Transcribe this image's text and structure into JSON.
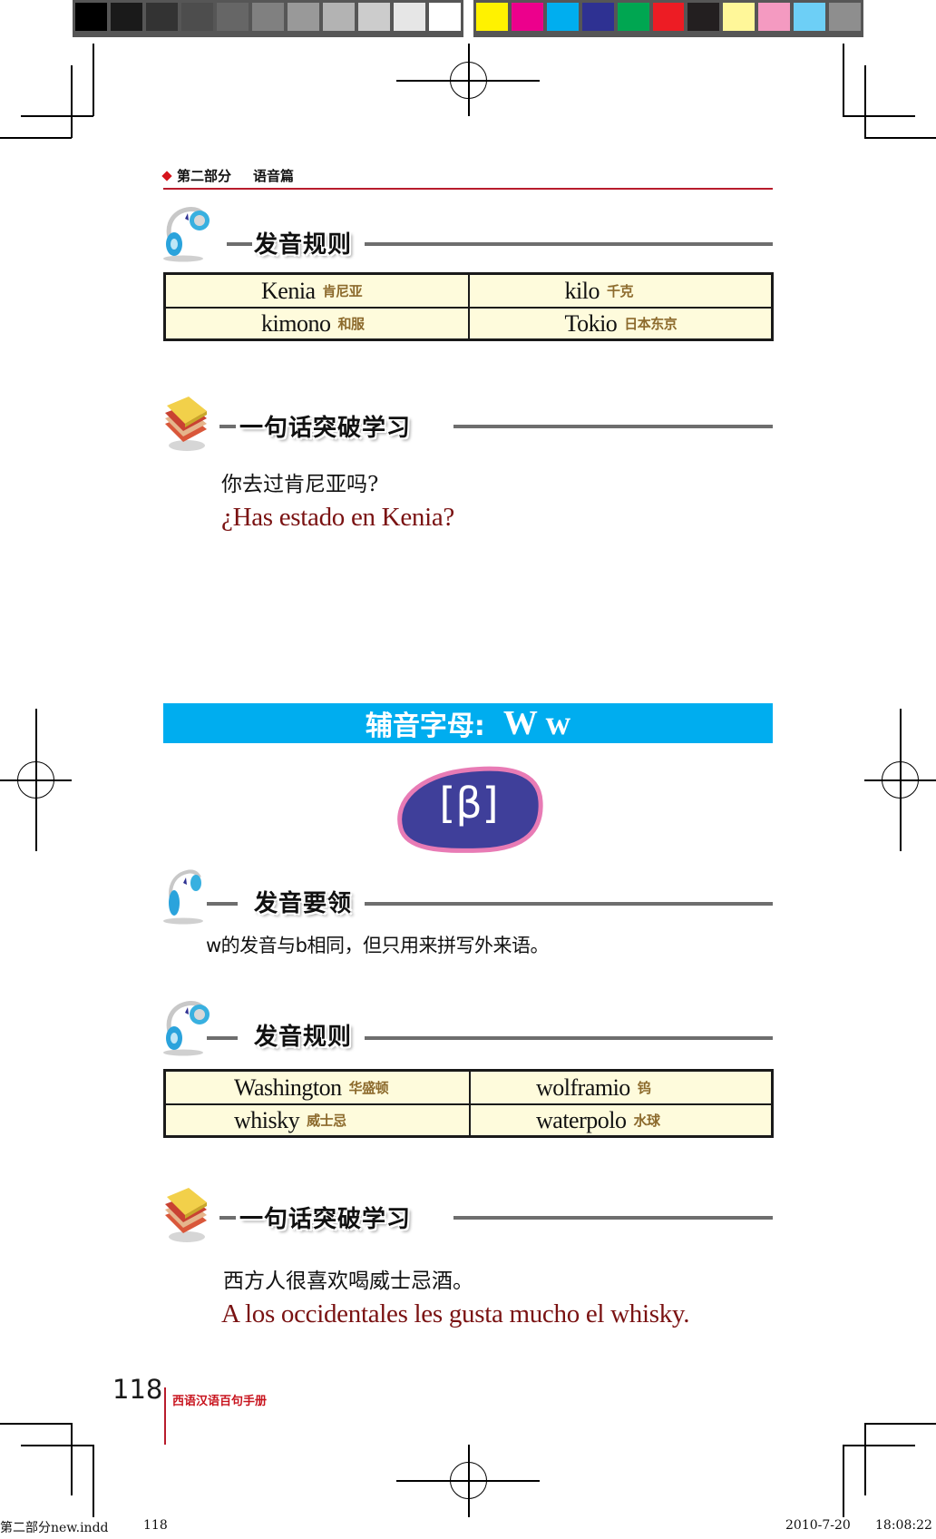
{
  "color_bars": {
    "grayscale": [
      "#000000",
      "#1a1a1a",
      "#333333",
      "#4d4d4d",
      "#666666",
      "#808080",
      "#999999",
      "#b3b3b3",
      "#cccccc",
      "#e6e6e6",
      "#ffffff"
    ],
    "process": [
      "#fff200",
      "#ec008c",
      "#00aeef",
      "#2e3192",
      "#00a651",
      "#ed1c24",
      "#231f20",
      "#fff799",
      "#f49ac1",
      "#6dcff6",
      "#8e8e8e"
    ]
  },
  "running_header": {
    "part": "第二部分",
    "section": "语音篇"
  },
  "sections": [
    {
      "type": "pronunciation_rules",
      "title": "发音规则",
      "icon": "headphones-icon",
      "table": [
        [
          {
            "word": "Kenia",
            "meaning": "肯尼亚"
          },
          {
            "word": "kilo",
            "meaning": "千克"
          }
        ],
        [
          {
            "word": "kimono",
            "meaning": "和服"
          },
          {
            "word": "Tokio",
            "meaning": "日本东京"
          }
        ]
      ]
    },
    {
      "type": "sentence_study",
      "title": "一句话突破学习",
      "icon": "books-icon",
      "chinese": "你去过肯尼亚吗?",
      "spanish": "¿Has estado en Kenia?"
    },
    {
      "type": "consonant_banner",
      "label": "辅音字母:",
      "letters": "W w",
      "phonetic": "[β]",
      "banner_color": "#00adef",
      "blob_fill": "#3f3f9a",
      "blob_border": "#e87bb5"
    },
    {
      "type": "pronunciation_key",
      "title": "发音要领",
      "icon": "headphones-icon",
      "text": "w的发音与b相同，但只用来拼写外来语。"
    },
    {
      "type": "pronunciation_rules",
      "title": "发音规则",
      "icon": "headphones-icon",
      "table": [
        [
          {
            "word": "Washington",
            "meaning": "华盛顿"
          },
          {
            "word": "wolframio",
            "meaning": "钨"
          }
        ],
        [
          {
            "word": "whisky",
            "meaning": "威士忌"
          },
          {
            "word": "waterpolo",
            "meaning": "水球"
          }
        ]
      ]
    },
    {
      "type": "sentence_study",
      "title": "一句话突破学习",
      "icon": "books-icon",
      "chinese": "西方人很喜欢喝威士忌酒。",
      "spanish": "A los occidentales les gusta mucho el whisky."
    }
  ],
  "footer": {
    "page_number": "118",
    "book_title": "西语汉语百句手册"
  },
  "slug": {
    "file": "第二部分new.indd",
    "page": "118",
    "date": "2010-7-20",
    "time": "18:08:22"
  }
}
